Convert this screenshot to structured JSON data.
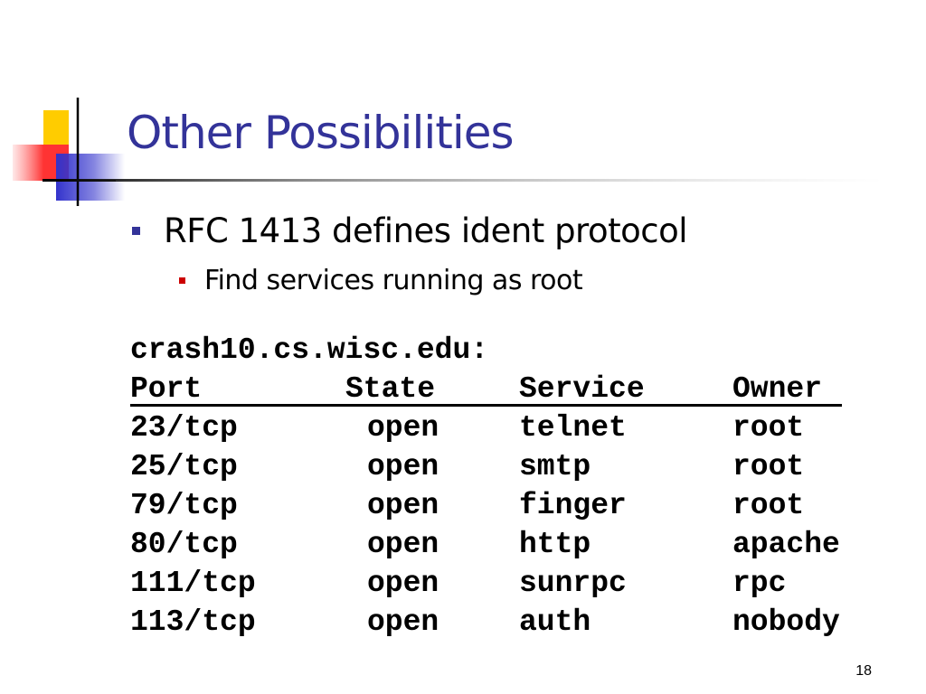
{
  "slide": {
    "title": "Other Possibilities",
    "bullets": [
      {
        "text": "RFC 1413 defines ident protocol",
        "sub": [
          {
            "text": "Find services running as root"
          }
        ]
      }
    ],
    "code": {
      "host": "crash10.cs.wisc.edu:",
      "headers": [
        "Port",
        "State",
        "Service",
        "Owner"
      ],
      "rows": [
        [
          "23/tcp",
          "open",
          "telnet",
          "root"
        ],
        [
          "25/tcp",
          "open",
          "smtp",
          "root"
        ],
        [
          "79/tcp",
          "open",
          "finger",
          "root"
        ],
        [
          "80/tcp",
          "open",
          "http",
          "apache"
        ],
        [
          "111/tcp",
          "open",
          "sunrpc",
          "rpc"
        ],
        [
          "113/tcp",
          "open",
          "auth",
          "nobody"
        ]
      ]
    },
    "slide_number": "18"
  },
  "colors": {
    "title": "#333399",
    "bullet_level1": "#333399",
    "bullet_level2": "#cc0000",
    "logo_yellow": "#ffcc00",
    "logo_blue": "#3333cc",
    "logo_red": "#ff3333"
  }
}
